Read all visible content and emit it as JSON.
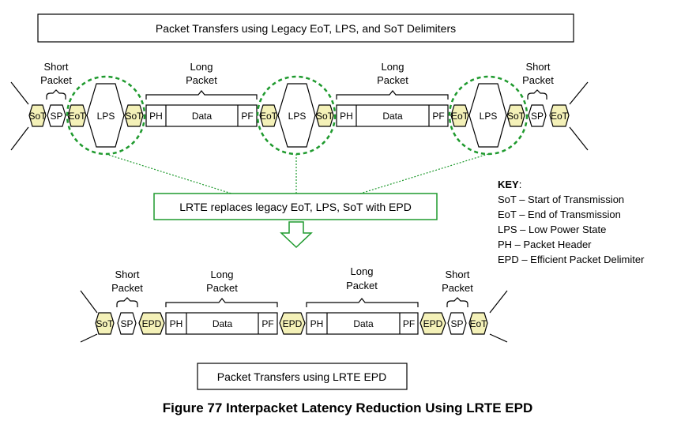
{
  "top_title": "Packet Transfers using Legacy EoT, LPS, and SoT Delimiters",
  "bottom_title": "Packet Transfers using LRTE EPD",
  "replace_caption": "LRTE replaces legacy EoT, LPS, SoT with EPD",
  "figure_caption": "Figure 77 Interpacket Latency Reduction Using LRTE EPD",
  "labels": {
    "short_line1": "Short",
    "short_line2": "Packet",
    "long_line1": "Long",
    "long_line2": "Packet"
  },
  "cells": {
    "sot": "SoT",
    "eot": "EoT",
    "sp": "SP",
    "lps": "LPS",
    "ph": "PH",
    "data": "Data",
    "pf": "PF",
    "epd": "EPD"
  },
  "key": {
    "title": "KEY",
    "title_suffix": ":",
    "items": [
      "SoT – Start of Transmission",
      "EoT – End of Transmission",
      "LPS – Low Power State",
      "PH – Packet Header",
      "EPD – Efficient Packet Delimiter"
    ]
  },
  "colors": {
    "delimiter_fill": "#f4f1b8",
    "highlight_green": "#1f9a2e"
  }
}
